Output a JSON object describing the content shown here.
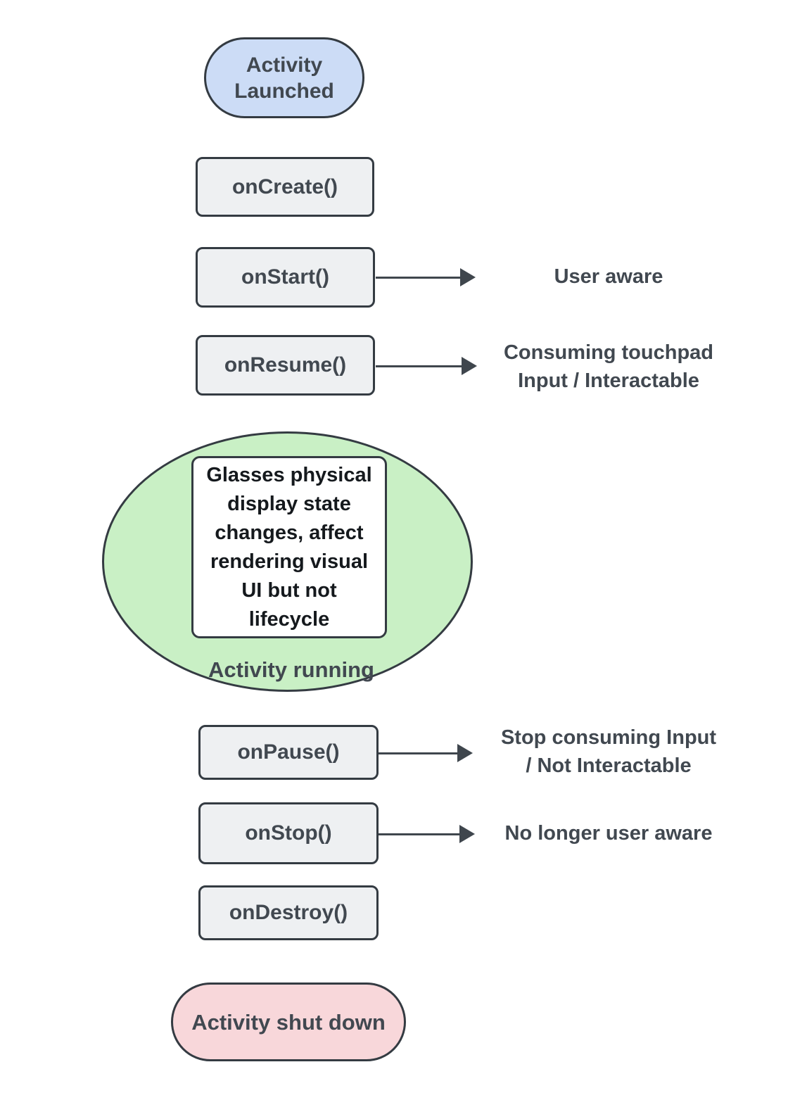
{
  "colors": {
    "launched_fill": "#ccdcf6",
    "running_fill": "#c9f0c5",
    "shutdown_fill": "#f8d7da",
    "callback_fill": "#eef0f2",
    "node_border": "#343b42",
    "text": "#414850",
    "note_text": "#15191d",
    "arrow": "#3f464d"
  },
  "nodes": {
    "activity_launched": {
      "lines": [
        "Activity",
        "Launched"
      ]
    },
    "on_create": {
      "label": "onCreate()"
    },
    "on_start": {
      "label": "onStart()"
    },
    "on_resume": {
      "label": "onResume()"
    },
    "activity_running": {
      "label": "Activity running",
      "note_lines": [
        "Glasses physical",
        "display state",
        "changes, affect",
        "rendering visual",
        "UI but not",
        "lifecycle"
      ]
    },
    "on_pause": {
      "label": "onPause()"
    },
    "on_stop": {
      "label": "onStop()"
    },
    "on_destroy": {
      "label": "onDestroy()"
    },
    "activity_shut_down": {
      "label": "Activity shut down"
    }
  },
  "annotations": {
    "on_start": {
      "lines": [
        "User aware"
      ]
    },
    "on_resume": {
      "lines": [
        "Consuming touchpad",
        "Input / Interactable"
      ]
    },
    "on_pause": {
      "lines": [
        "Stop consuming Input",
        "/ Not Interactable"
      ]
    },
    "on_stop": {
      "lines": [
        "No longer user aware"
      ]
    }
  }
}
